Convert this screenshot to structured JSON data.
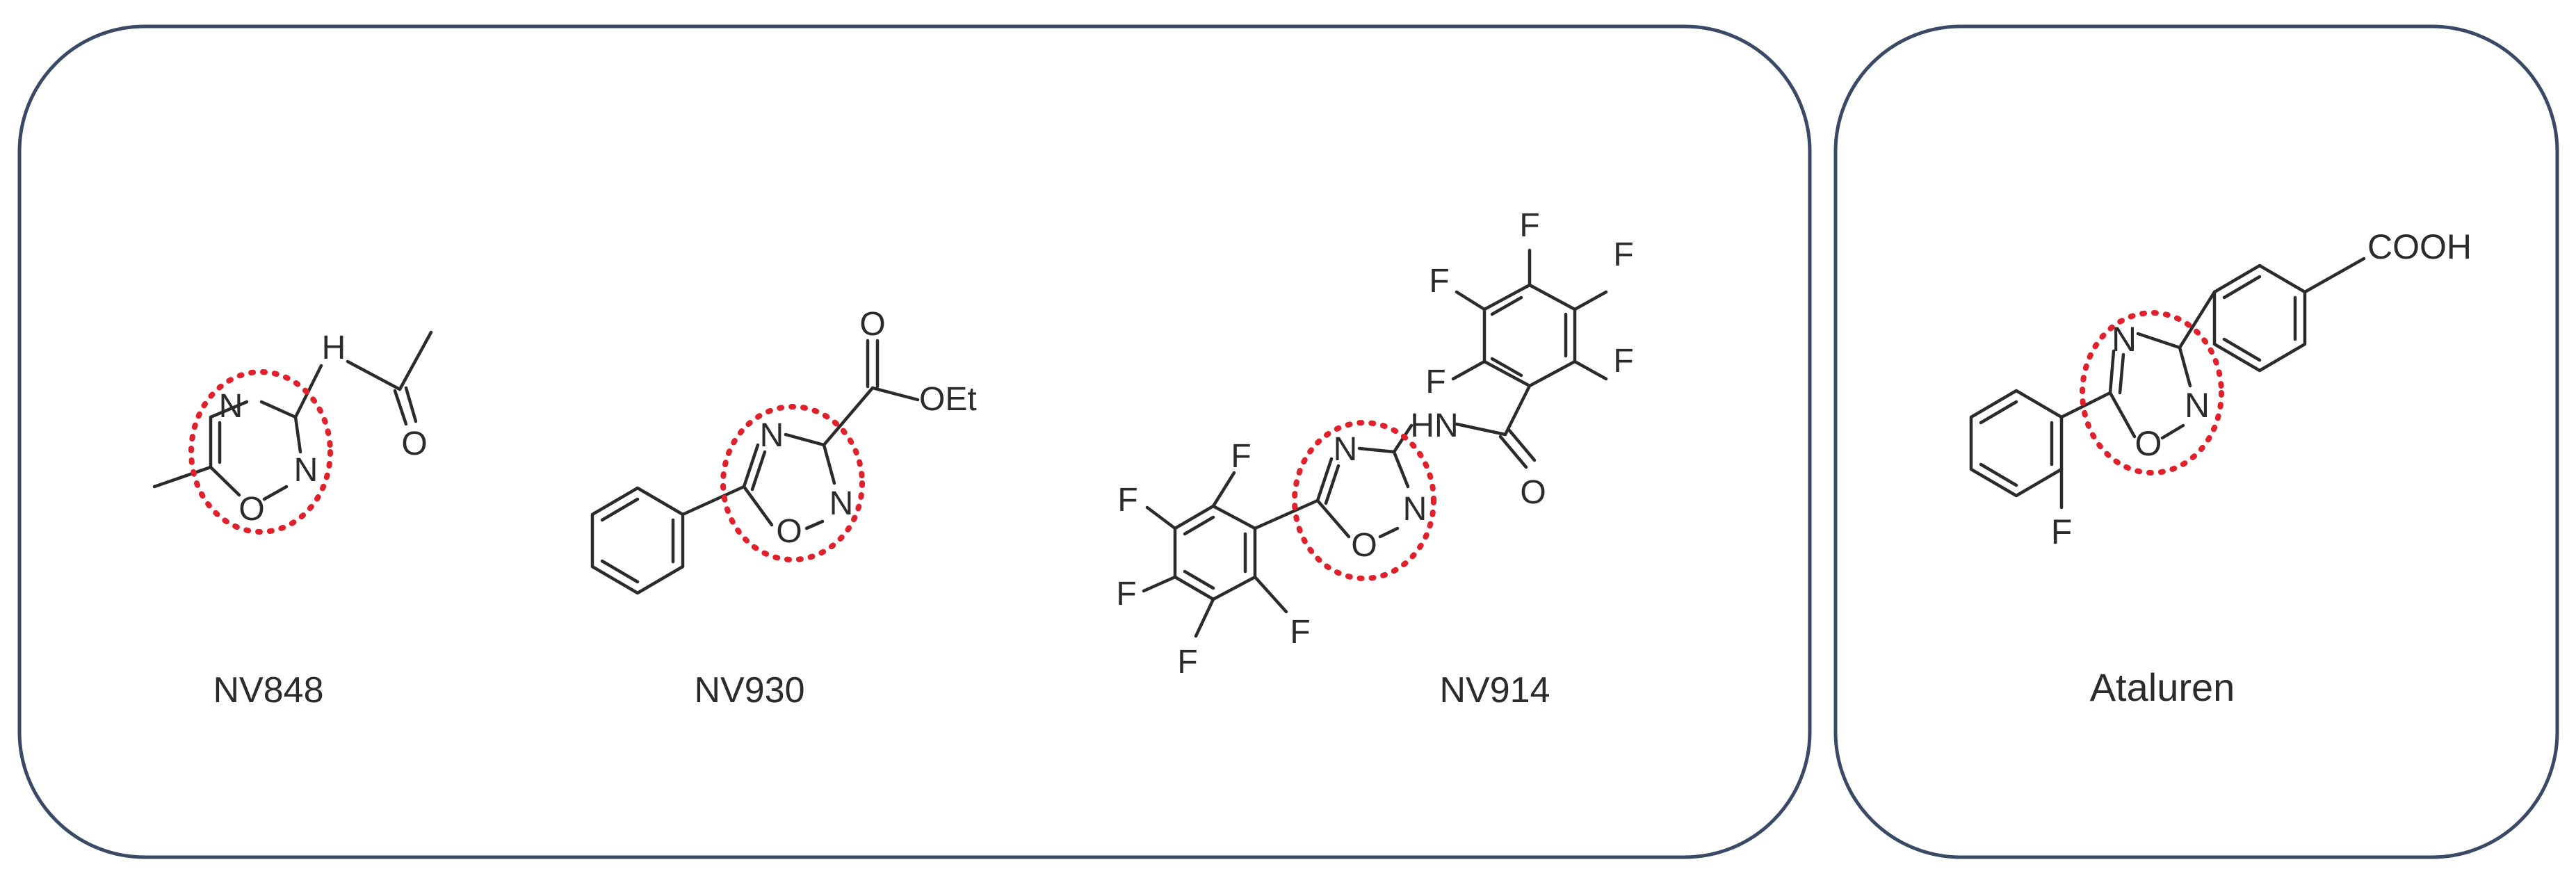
{
  "compounds": [
    {
      "name": "NV848",
      "atoms": [
        "N",
        "N",
        "O",
        "H",
        "O"
      ]
    },
    {
      "name": "NV930",
      "atoms": [
        "N",
        "N",
        "O",
        "O",
        "OEt"
      ]
    },
    {
      "name": "NV914",
      "atoms": [
        "N",
        "N",
        "O",
        "HN",
        "O",
        "F",
        "F",
        "F",
        "F",
        "F",
        "F",
        "F",
        "F",
        "F",
        "F"
      ]
    },
    {
      "name": "Ataluren",
      "atoms": [
        "N",
        "N",
        "O",
        "COOH",
        "F"
      ]
    }
  ],
  "colors": {
    "frame": "#3a4a66",
    "bond": "#2b2b2b",
    "highlight": "#e0202a"
  }
}
